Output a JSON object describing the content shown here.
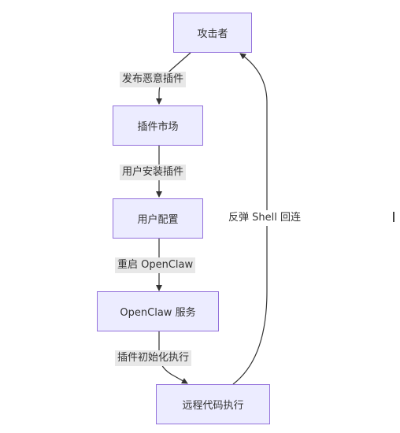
{
  "nodes": {
    "attacker": "攻击者",
    "market": "插件市场",
    "config": "用户配置",
    "service": "OpenClaw 服务",
    "rce": "远程代码执行"
  },
  "edges": {
    "publish": "发布恶意插件",
    "install": "用户安装插件",
    "restart": "重启 OpenClaw",
    "init": "插件初始化执行",
    "reverse_shell": "反弹 Shell 回连"
  },
  "colors": {
    "node_fill": "#ececff",
    "node_border": "#9370db",
    "edge_line": "#333333",
    "edge_label_bg": "#e8e8e8"
  }
}
